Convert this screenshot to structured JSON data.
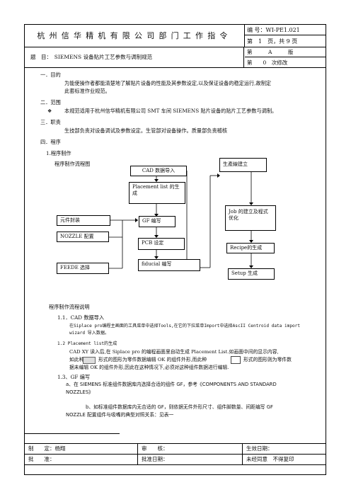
{
  "header": {
    "company": "杭州信华精机有限公司部门工作指令",
    "doc_no": "编 号：WI-PE1.021",
    "page_info": "第　1　页，共 9 页"
  },
  "subject": {
    "title": "题　目：　SIEMENS 设备贴片工艺参数与调制规范",
    "version": "第　　　A　　　版",
    "revision": "第　　0　次修改"
  },
  "sections": {
    "s1_heading": "一．目的",
    "s1_line1": "为能使操作者都能清楚地了解贴片设备的性能及其参数设定,以及保证设备的稳定运行,故制定",
    "s1_line2": "此套标准作业规范。",
    "s2_heading": "二．范围",
    "s2_bullet": "❖",
    "s2_line": "本规范适用于杭州信华精机有限公司 SMT 车间 SIEMENS 贴片设备的贴片工艺参数与调制。",
    "s3_heading": "三．职责",
    "s3_line": "生技部负责对设备调试及参数设定。生管部对设备操作。质量部负责稽核",
    "s4_heading": "四．程序",
    "s4_sub": "1.程序制作",
    "flow_title": "程序制作流程图"
  },
  "flow": {
    "cad": "CAD 数据导入",
    "placement": "Placement list 的生成",
    "gf": "GF 编写",
    "pcb": "PCB 设定",
    "fiducial": "fiducial 编写",
    "component": "元件封装",
    "nozzle": "NOZZLE 配置",
    "feeder": "FEEDE 选择",
    "line": "生產線建立",
    "job": "Job 的建立及程式优化",
    "recipe": "Recipe的生成",
    "setup": "Setup 生成"
  },
  "desc": {
    "heading": "程序制作流程说明",
    "p11": "1.1．CAD 数据导入",
    "p11_line1": "在Siplace pro编程主画面的工具菜单中选择Tools,在它的下拉菜单Import中选择AscII Centroid data import",
    "p11_line2": "wizard 导入数据。",
    "p12": "1.2 Placement list的生成",
    "p12_line1": "CAD XY 读入后,在 Siplace pro 的编程画面里自动生成 Placement List.如画面中间的显示内容,",
    "p12_line2a": "如此种",
    "p12_line2b": "形式的图形为零件数据编辑 OK 的组件外形,而此种",
    "p12_line2c": "形式的图形则为零件数",
    "p12_line3": "据未编辑 OK 的组件外形,因此在这种情况下,必须对这种组件数据进行编辑.",
    "p13": "1.3、GF 编写",
    "p13_a1": "a、在 SIEMENS 标准组件数据库内选择合适的组件 GF，参考《COMPONENTS AND STANDARD",
    "p13_a2": "NOZZLES》",
    "p13_b1": "b、如标准组件数据库内无合适的 GF，则依据无件外形尺寸、组件脚数量、间距编写 GF",
    "p13_b2": "NOZZLE 配置组件与吸嘴的典型对照关系：见表一"
  },
  "footer": {
    "made": "制　　定：杨翔",
    "review": "审　　核：",
    "effective": "生效日期：",
    "approve": "批　　准：",
    "approve_date": "批准日期：",
    "copy": "未经同意　不得复印"
  }
}
